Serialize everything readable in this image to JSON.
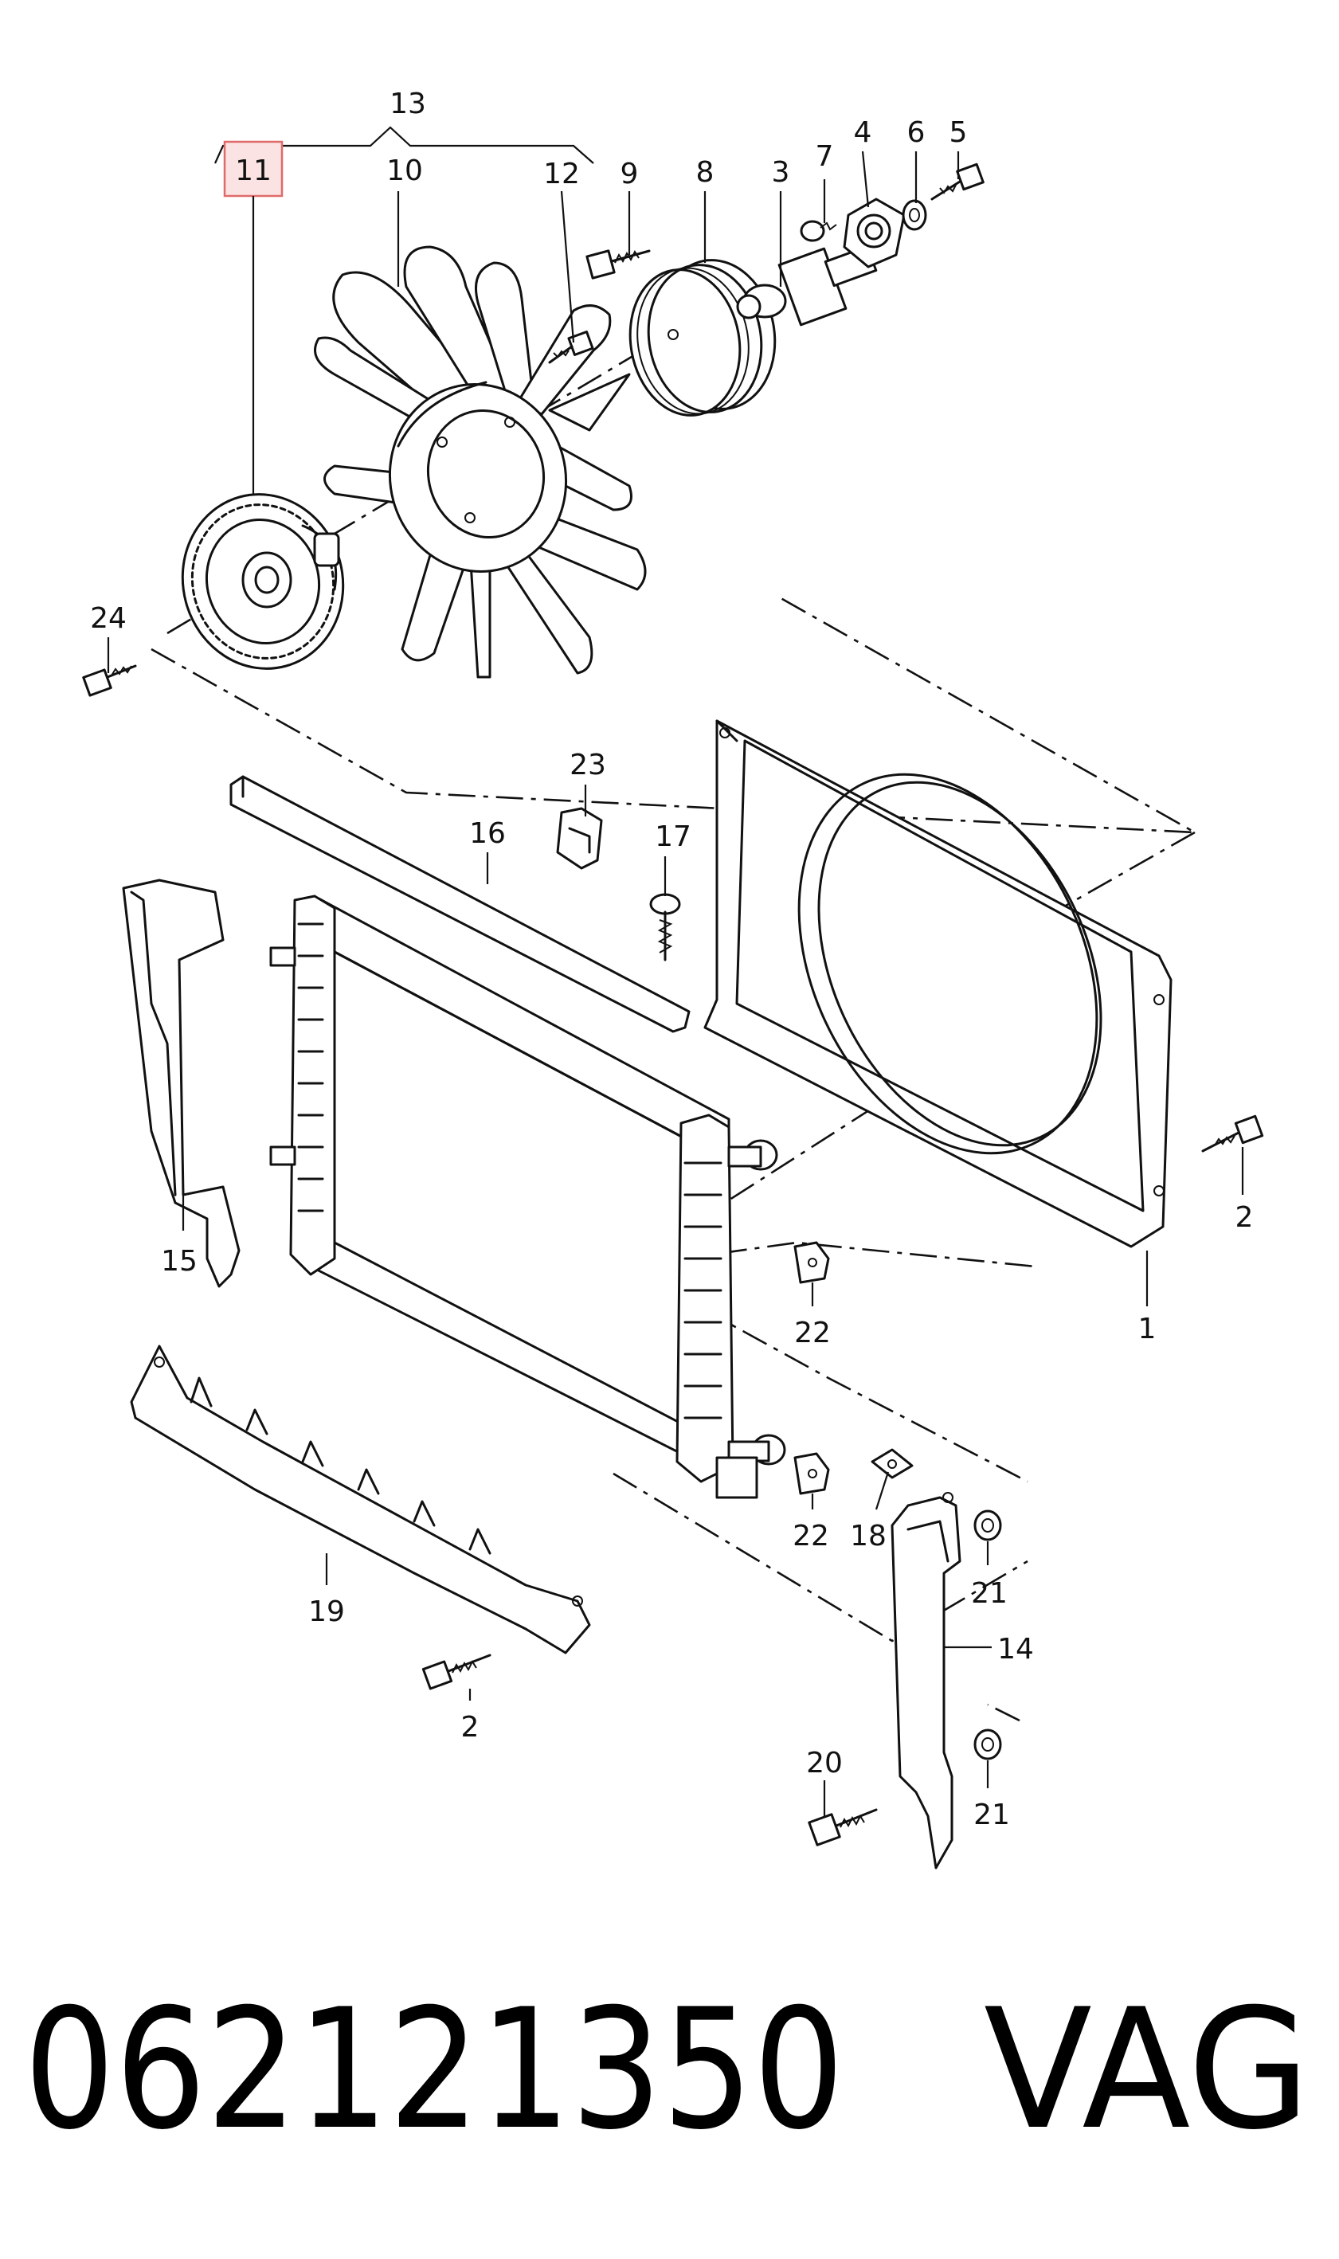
{
  "diagram": {
    "highlight_color": "#e06a6a",
    "callouts": {
      "c1": "1",
      "c2a": "2",
      "c2b": "2",
      "c3": "3",
      "c4": "4",
      "c5": "5",
      "c6": "6",
      "c7": "7",
      "c8": "8",
      "c9": "9",
      "c10": "10",
      "c11": "11",
      "c12": "12",
      "c13": "13",
      "c14": "14",
      "c15": "15",
      "c16": "16",
      "c17": "17",
      "c18": "18",
      "c19": "19",
      "c20": "20",
      "c21a": "21",
      "c21b": "21",
      "c22a": "22",
      "c22b": "22",
      "c23": "23",
      "c24": "24"
    }
  },
  "footer": {
    "part_number": "062121350",
    "brand": "VAG"
  }
}
